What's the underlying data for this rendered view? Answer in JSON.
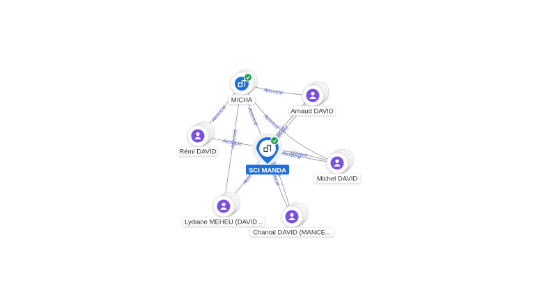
{
  "nodes": [
    {
      "id": "micha",
      "label": "MICHA",
      "kind": "company",
      "verified": true
    },
    {
      "id": "sci",
      "label": "SCI MANDA",
      "kind": "company-main",
      "verified": true
    },
    {
      "id": "arnaud",
      "label": "Arnaud DAVID",
      "kind": "person"
    },
    {
      "id": "remi",
      "label": "Rémi DAVID",
      "kind": "person"
    },
    {
      "id": "michel",
      "label": "Michel DAVID",
      "kind": "person"
    },
    {
      "id": "lydiane",
      "label": "Lydiane MEHEU (DAVID...",
      "kind": "person"
    },
    {
      "id": "chantal",
      "label": "Chantal DAVID (MANCE...",
      "kind": "person"
    }
  ],
  "edges": [
    {
      "id": "e1",
      "from": "arnaud",
      "to": "micha",
      "label": "Associé"
    },
    {
      "id": "e2",
      "from": "remi",
      "to": "micha",
      "label": "Associé"
    },
    {
      "id": "e3",
      "from": "sci",
      "to": "micha",
      "label": "Associé"
    },
    {
      "id": "e4",
      "from": "lydiane",
      "to": "micha",
      "label": "Associé"
    },
    {
      "id": "e5",
      "from": "remi",
      "to": "sci",
      "label": "Associé"
    },
    {
      "id": "e6",
      "from": "arnaud",
      "to": "sci",
      "label": "Associé"
    },
    {
      "id": "e7",
      "from": "arnaud",
      "to": "sci",
      "label": "Gérant"
    },
    {
      "id": "e8",
      "from": "michel",
      "to": "micha",
      "label": "Associé"
    },
    {
      "id": "e9",
      "from": "michel",
      "to": "sci",
      "label": "Gérant"
    },
    {
      "id": "e10",
      "from": "michel",
      "to": "sci",
      "label": "Associé"
    },
    {
      "id": "e11",
      "from": "lydiane",
      "to": "sci",
      "label": "Associé"
    },
    {
      "id": "e12",
      "from": "chantal",
      "to": "sci",
      "label": "Gérant"
    },
    {
      "id": "e13",
      "from": "chantal",
      "to": "sci",
      "label": "Associé"
    }
  ],
  "colors": {
    "person": "#7b4fe0",
    "company": "#1f6fd6",
    "verified": "#1e9e52",
    "edge": "#9aa0a8",
    "edge_label": "#6b6fd6"
  },
  "icons": {
    "person": "person-icon",
    "company": "building-icon",
    "verified": "check-badge-icon"
  }
}
